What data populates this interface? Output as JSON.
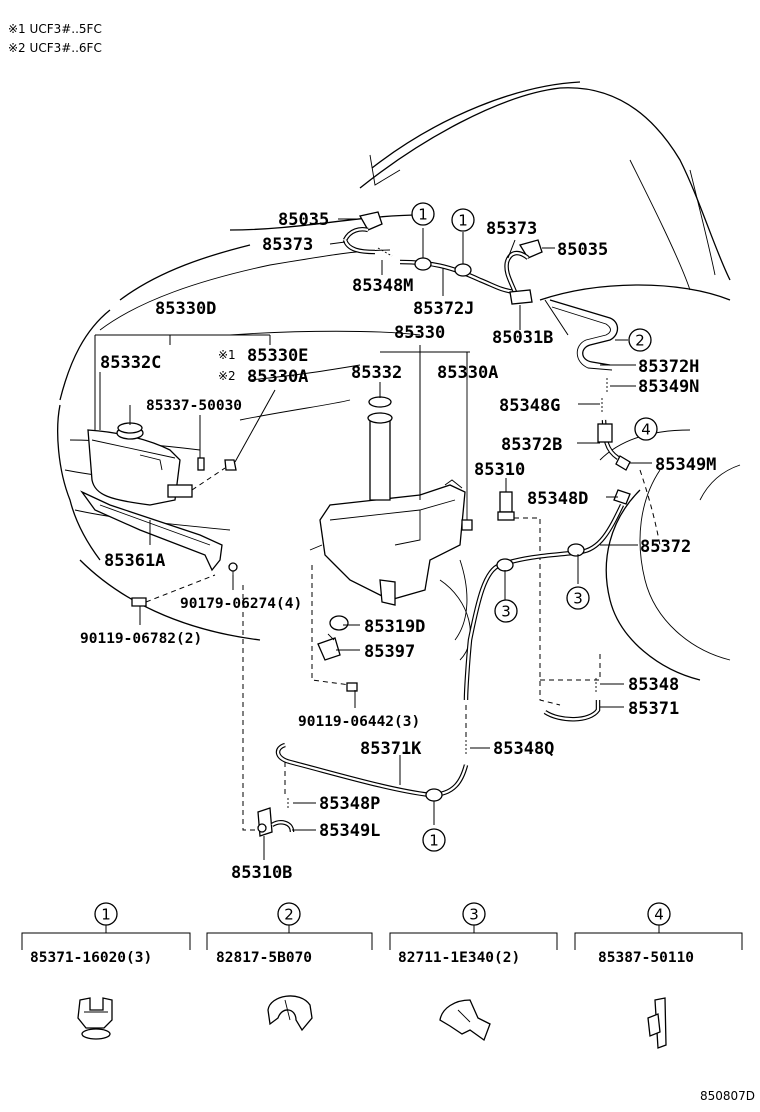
{
  "notes": [
    {
      "mark": "※1",
      "text": "UCF3#..5FC"
    },
    {
      "mark": "※2",
      "text": "UCF3#..6FC"
    }
  ],
  "labels": {
    "p85035_left": "85035",
    "p85373_left": "85373",
    "p85348M": "85348M",
    "p85373_right": "85373",
    "p85035_right": "85035",
    "p85372J": "85372J",
    "p85330D": "85330D",
    "p85330": "85330",
    "p85031B": "85031B",
    "p85332C": "85332C",
    "p85330E": "85330E",
    "p85330A_note": "85330A",
    "p85337": "85337-50030",
    "p85332": "85332",
    "p85330A": "85330A",
    "p85372H": "85372H",
    "p85349N": "85349N",
    "p85348G": "85348G",
    "p85372B": "85372B",
    "p85349M": "85349M",
    "p85310": "85310",
    "p85348D": "85348D",
    "p85372": "85372",
    "p85361A": "85361A",
    "p90179": "90179-06274(4)",
    "p90119_a": "90119-06782(2)",
    "p85319D": "85319D",
    "p85397": "85397",
    "p85348": "85348",
    "p85371": "85371",
    "p90119_b": "90119-06442(3)",
    "p85371K": "85371K",
    "p85348Q": "85348Q",
    "p85348P": "85348P",
    "p85349L": "85349L",
    "p85310B": "85310B"
  },
  "callouts": [
    "1",
    "2",
    "3",
    "4"
  ],
  "clamp_table": [
    {
      "number": "1",
      "part": "85371-16020(3)"
    },
    {
      "number": "2",
      "part": "82817-5B070"
    },
    {
      "number": "3",
      "part": "82711-1E340(2)"
    },
    {
      "number": "4",
      "part": "85387-50110"
    }
  ],
  "diagram_ref": "850807D"
}
